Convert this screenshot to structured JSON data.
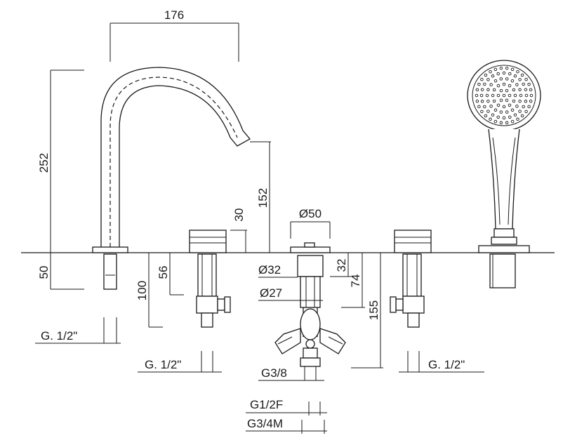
{
  "dimensions": {
    "spout_reach": "176",
    "spout_height": "252",
    "spout_outlet_height": "152",
    "handle_height": "30",
    "below_deck_spout": "50",
    "diverter_diameter_top": "Ø50",
    "diverter_diameter_32": "Ø32",
    "diverter_diameter_27": "Ø27",
    "valve_shank_length": "56",
    "valve_total_length": "100",
    "diverter_32": "32",
    "diverter_74": "74",
    "diverter_155": "155"
  },
  "threads": {
    "spout_thread": "G. 1/2\"",
    "left_valve_thread": "G. 1/2\"",
    "right_valve_thread": "G. 1/2\"",
    "diverter_outlet": "G3/8",
    "inlet_female": "G1/2F",
    "inlet_male": "G3/4M"
  },
  "colors": {
    "line": "#1a1a1a",
    "background": "#ffffff"
  }
}
